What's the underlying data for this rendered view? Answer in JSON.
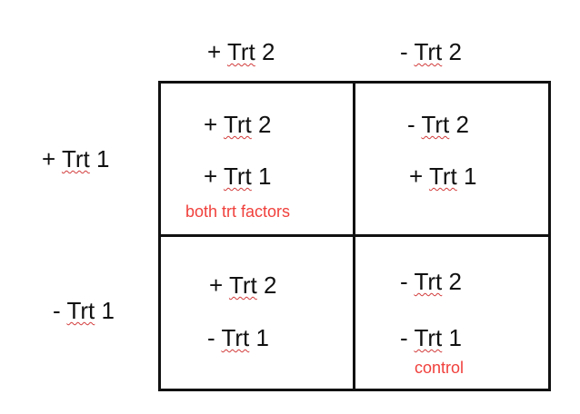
{
  "columns": [
    {
      "sign": "+",
      "name": "Trt",
      "num": "2"
    },
    {
      "sign": "-",
      "name": "Trt",
      "num": "2"
    }
  ],
  "rows": [
    {
      "sign": "+",
      "name": "Trt",
      "num": "1"
    },
    {
      "sign": "-",
      "name": "Trt",
      "num": "1"
    }
  ],
  "cells": [
    {
      "line1": {
        "sign": "+",
        "name": "Trt",
        "num": "2"
      },
      "line2": {
        "sign": "+",
        "name": "Trt",
        "num": "1"
      },
      "note": "both trt factors"
    },
    {
      "line1": {
        "sign": "-",
        "name": "Trt",
        "num": "2"
      },
      "line2": {
        "sign": "+",
        "name": "Trt",
        "num": "1"
      },
      "note": ""
    },
    {
      "line1": {
        "sign": "+",
        "name": "Trt",
        "num": "2"
      },
      "line2": {
        "sign": "-",
        "name": "Trt",
        "num": "1"
      },
      "note": ""
    },
    {
      "line1": {
        "sign": "-",
        "name": "Trt",
        "num": "2"
      },
      "line2": {
        "sign": "-",
        "name": "Trt",
        "num": "1"
      },
      "note": "control"
    }
  ],
  "colors": {
    "note": "#f0403c",
    "grid": "#111111",
    "spellcheck_underline": "#d23b3b"
  }
}
